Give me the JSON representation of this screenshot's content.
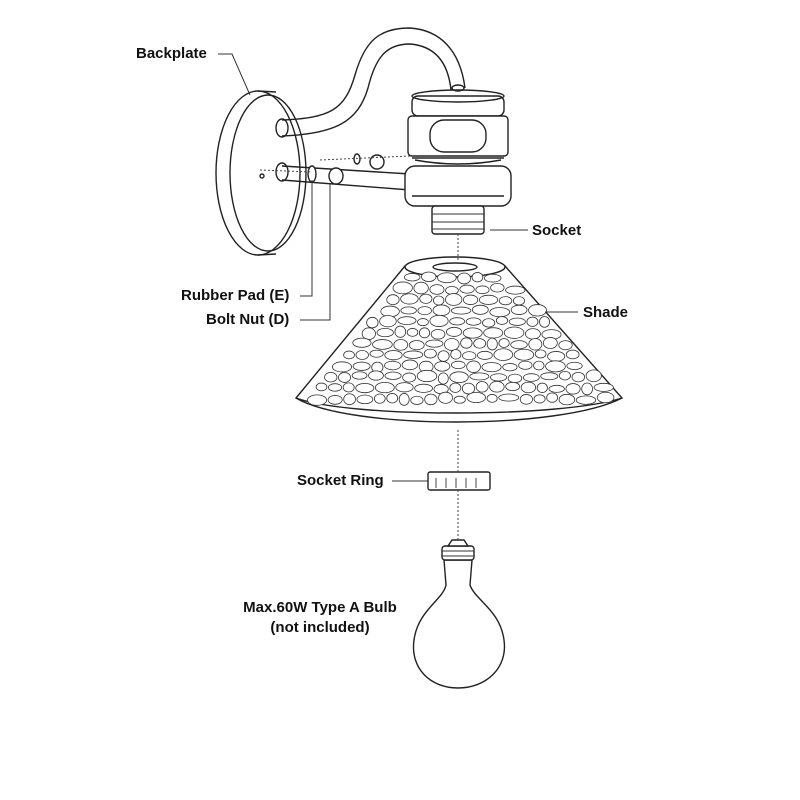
{
  "labels": {
    "backplate": "Backplate",
    "socket": "Socket",
    "rubber_pad": "Rubber Pad (E)",
    "bolt_nut": "Bolt Nut (D)",
    "shade": "Shade",
    "socket_ring": "Socket Ring",
    "bulb_line1": "Max.60W Type A Bulb",
    "bulb_line2": "(not included)"
  },
  "colors": {
    "line": "#222222",
    "background": "#ffffff"
  }
}
